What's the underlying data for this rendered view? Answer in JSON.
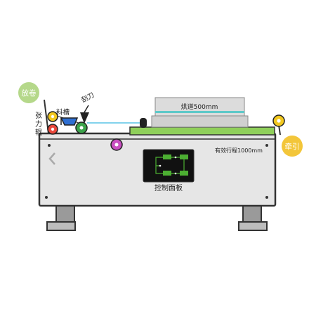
{
  "labels": {
    "unwind": "放卷",
    "tension_roller": [
      "张",
      "力",
      "辊"
    ],
    "trough": "料槽",
    "scraper": "刮刀",
    "oven": "烘道500mm",
    "stroke": "有效行程1000mm",
    "control_panel": "控制面板",
    "traction": "牵引"
  },
  "colors": {
    "machine_body": "#e6e6e6",
    "outline": "#333333",
    "green_belt": "#8fcf5a",
    "oven_body": "#dcdcdc",
    "oven_stripe": "#5ec8c8",
    "badge_green": "#b5d88a",
    "badge_yellow": "#f3c63a",
    "roller_yellow": "#f2c81e",
    "roller_red": "#e9473b",
    "roller_green": "#3ba34a",
    "magenta_roller": "#c94fc1",
    "trough_blue": "#2f6fd2",
    "panel_bg": "#111111",
    "panel_green": "#4caf32"
  },
  "icons": [
    "chevron-left-icon",
    "screw-dot-icon",
    "circuit-board-icon"
  ]
}
